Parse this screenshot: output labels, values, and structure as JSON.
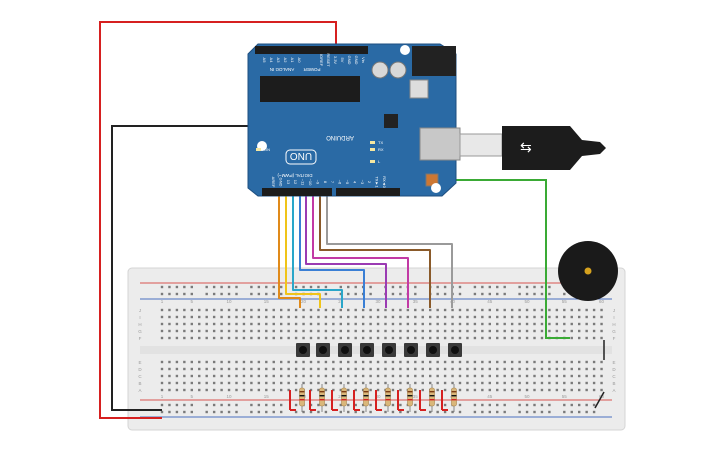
{
  "board": {
    "analog_header": "ANALOG IN",
    "power_header": "POWER",
    "analog_pins": [
      "A0",
      "A1",
      "A2",
      "A3",
      "A4",
      "A5"
    ],
    "power_pins": [
      "Vin",
      "GND",
      "GND",
      "5V",
      "3.3V",
      "RESET",
      "IOREF"
    ],
    "uno_text": "UNO",
    "brand_text": "ARDUINO",
    "led_labels": [
      "TX",
      "RX",
      "L",
      "ON"
    ],
    "digital_header": "DIGITAL (PWM~)",
    "digital_pins": [
      "RX◄0",
      "TX►1",
      "2",
      "~3",
      "4",
      "~5",
      "~6",
      "7",
      "8",
      "~9",
      "~10",
      "~11",
      "12",
      "13",
      "GND",
      "AREF"
    ]
  },
  "breadboard": {
    "column_numbers": [
      "1",
      "5",
      "10",
      "15",
      "20",
      "25",
      "30",
      "35",
      "40",
      "45",
      "50",
      "55",
      "60"
    ],
    "row_letters_top": [
      "J",
      "I",
      "H",
      "G",
      "F"
    ],
    "row_letters_bottom": [
      "E",
      "D",
      "C",
      "B",
      "A"
    ]
  },
  "colors": {
    "board": "#2a6aa5",
    "breadboard": "#ececec",
    "red_wire": "#d62020",
    "black_wire": "#222222",
    "green_wire": "#3aaa35",
    "wire_palette": [
      "#e08a1a",
      "#f0c419",
      "#2aa6c9",
      "#3a7fd5",
      "#9b3bb3",
      "#c23aa5",
      "#8a5a2a",
      "#9a9a9a"
    ]
  },
  "component_icons": [
    "arduino-uno-icon",
    "usb-cable-icon",
    "piezo-buzzer-icon",
    "pushbutton-icon",
    "resistor-icon"
  ]
}
